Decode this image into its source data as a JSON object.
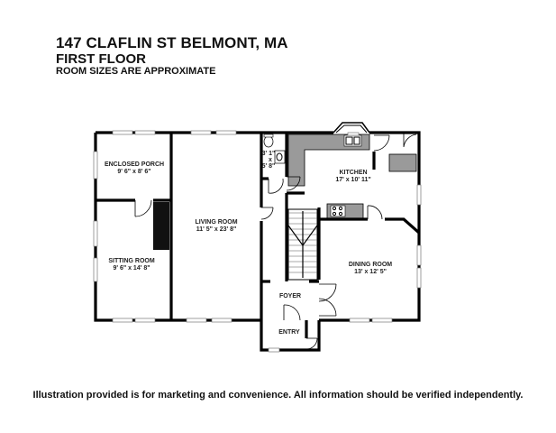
{
  "header": {
    "address": "147 CLAFLIN ST BELMONT, MA",
    "floor": "FIRST FLOOR",
    "note": "ROOM SIZES ARE APPROXIMATE"
  },
  "rooms": {
    "enclosed_porch": {
      "name": "ENCLOSED PORCH",
      "size": "9' 6\" x 8' 6\""
    },
    "living_room": {
      "name": "LIVING ROOM",
      "size": "11' 5\" x 23' 8\""
    },
    "kitchen": {
      "name": "KITCHEN",
      "size": "17' x 10' 11\""
    },
    "sitting_room": {
      "name": "SITTING ROOM",
      "size": "9' 6\" x 14' 8\""
    },
    "dining_room": {
      "name": "DINING ROOM",
      "size": "13' x 12' 5\""
    },
    "foyer": {
      "name": "FOYER"
    },
    "entry": {
      "name": "ENTRY"
    },
    "half_bath": {
      "dim1": "3' 1\"",
      "x": "x",
      "dim2": "5' 8\""
    }
  },
  "disclaimer": "Illustration provided is for marketing and convenience. All information should be verified independently.",
  "colors": {
    "wall": "#000000",
    "counter": "#9a9a9a",
    "fireplace": "#111111"
  }
}
